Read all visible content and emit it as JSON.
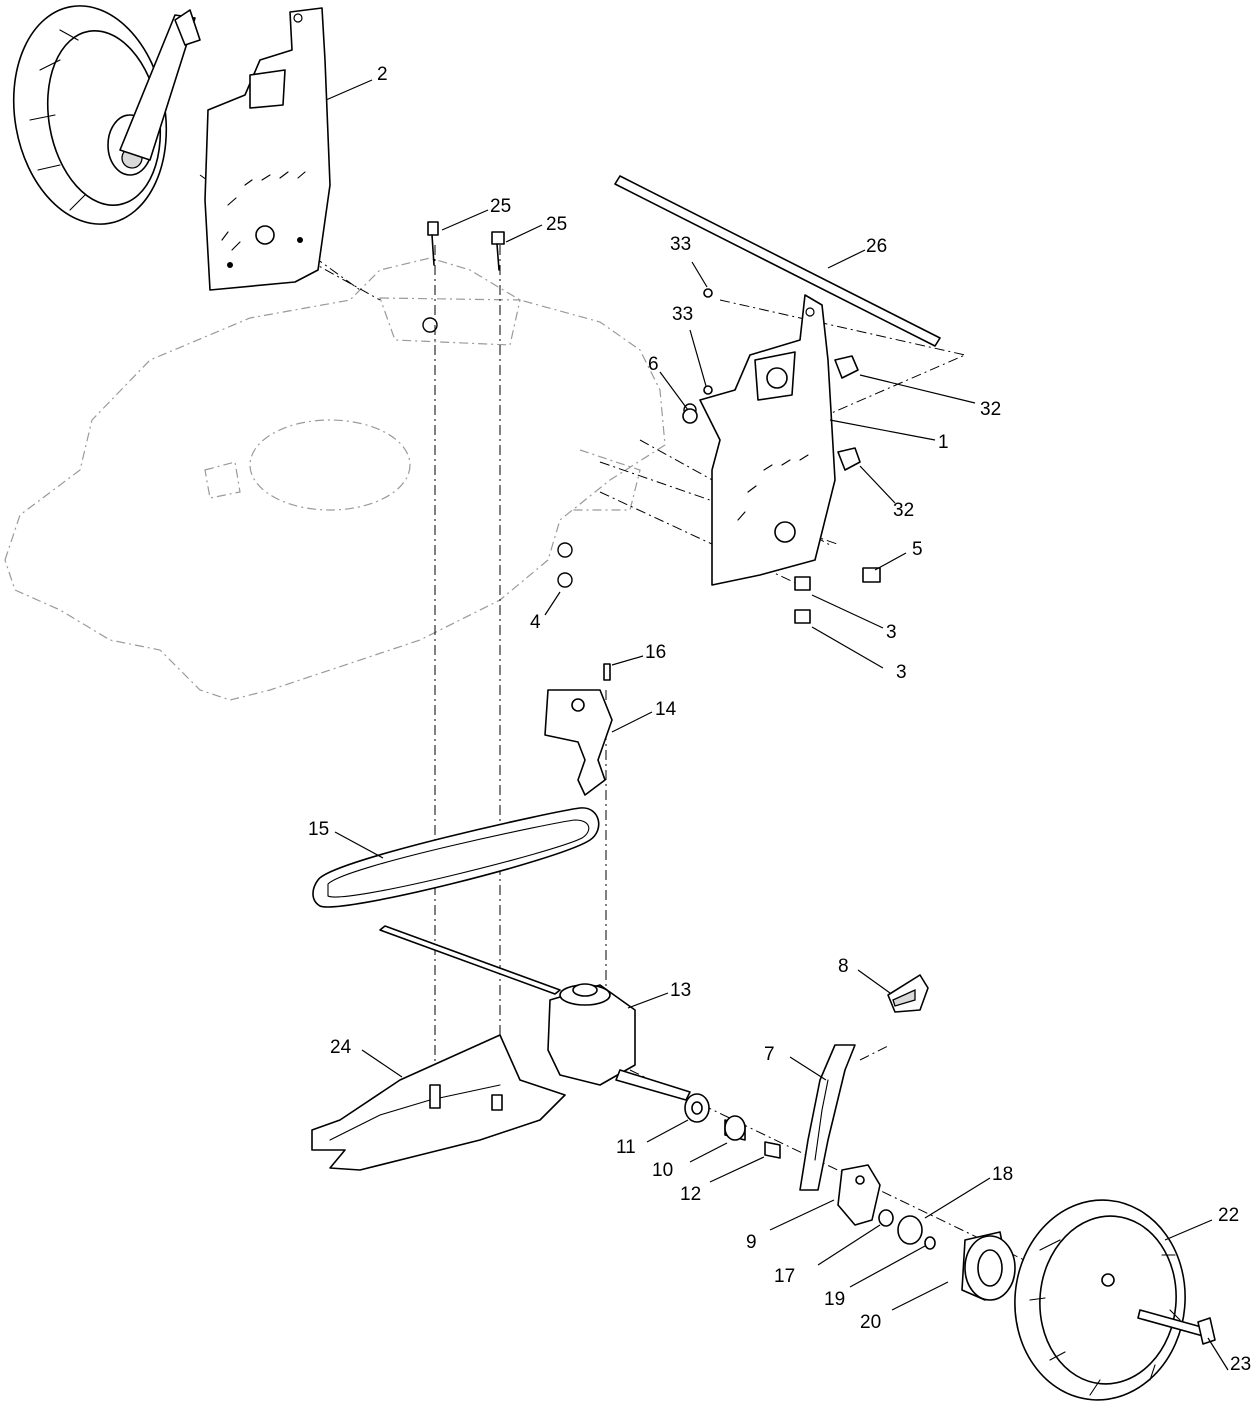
{
  "callouts": {
    "c1": "1",
    "c2": "2",
    "c3a": "3",
    "c3b": "3",
    "c4": "4",
    "c5": "5",
    "c6": "6",
    "c7": "7",
    "c8": "8",
    "c9": "9",
    "c10": "10",
    "c11": "11",
    "c12": "12",
    "c13": "13",
    "c14": "14",
    "c15": "15",
    "c16": "16",
    "c17": "17",
    "c18": "18",
    "c19": "19",
    "c20": "20",
    "c22": "22",
    "c23": "23",
    "c24": "24",
    "c25a": "25",
    "c25b": "25",
    "c26": "26",
    "c32a": "32",
    "c32b": "32",
    "c33a": "33",
    "c33b": "33"
  },
  "icons": {
    "wheel": "wheel-icon",
    "bracket": "height-adjust-bracket-icon",
    "deck": "mower-deck-icon",
    "belt": "drive-belt-icon",
    "transmission": "transmission-icon",
    "bolt": "bolt-icon"
  }
}
